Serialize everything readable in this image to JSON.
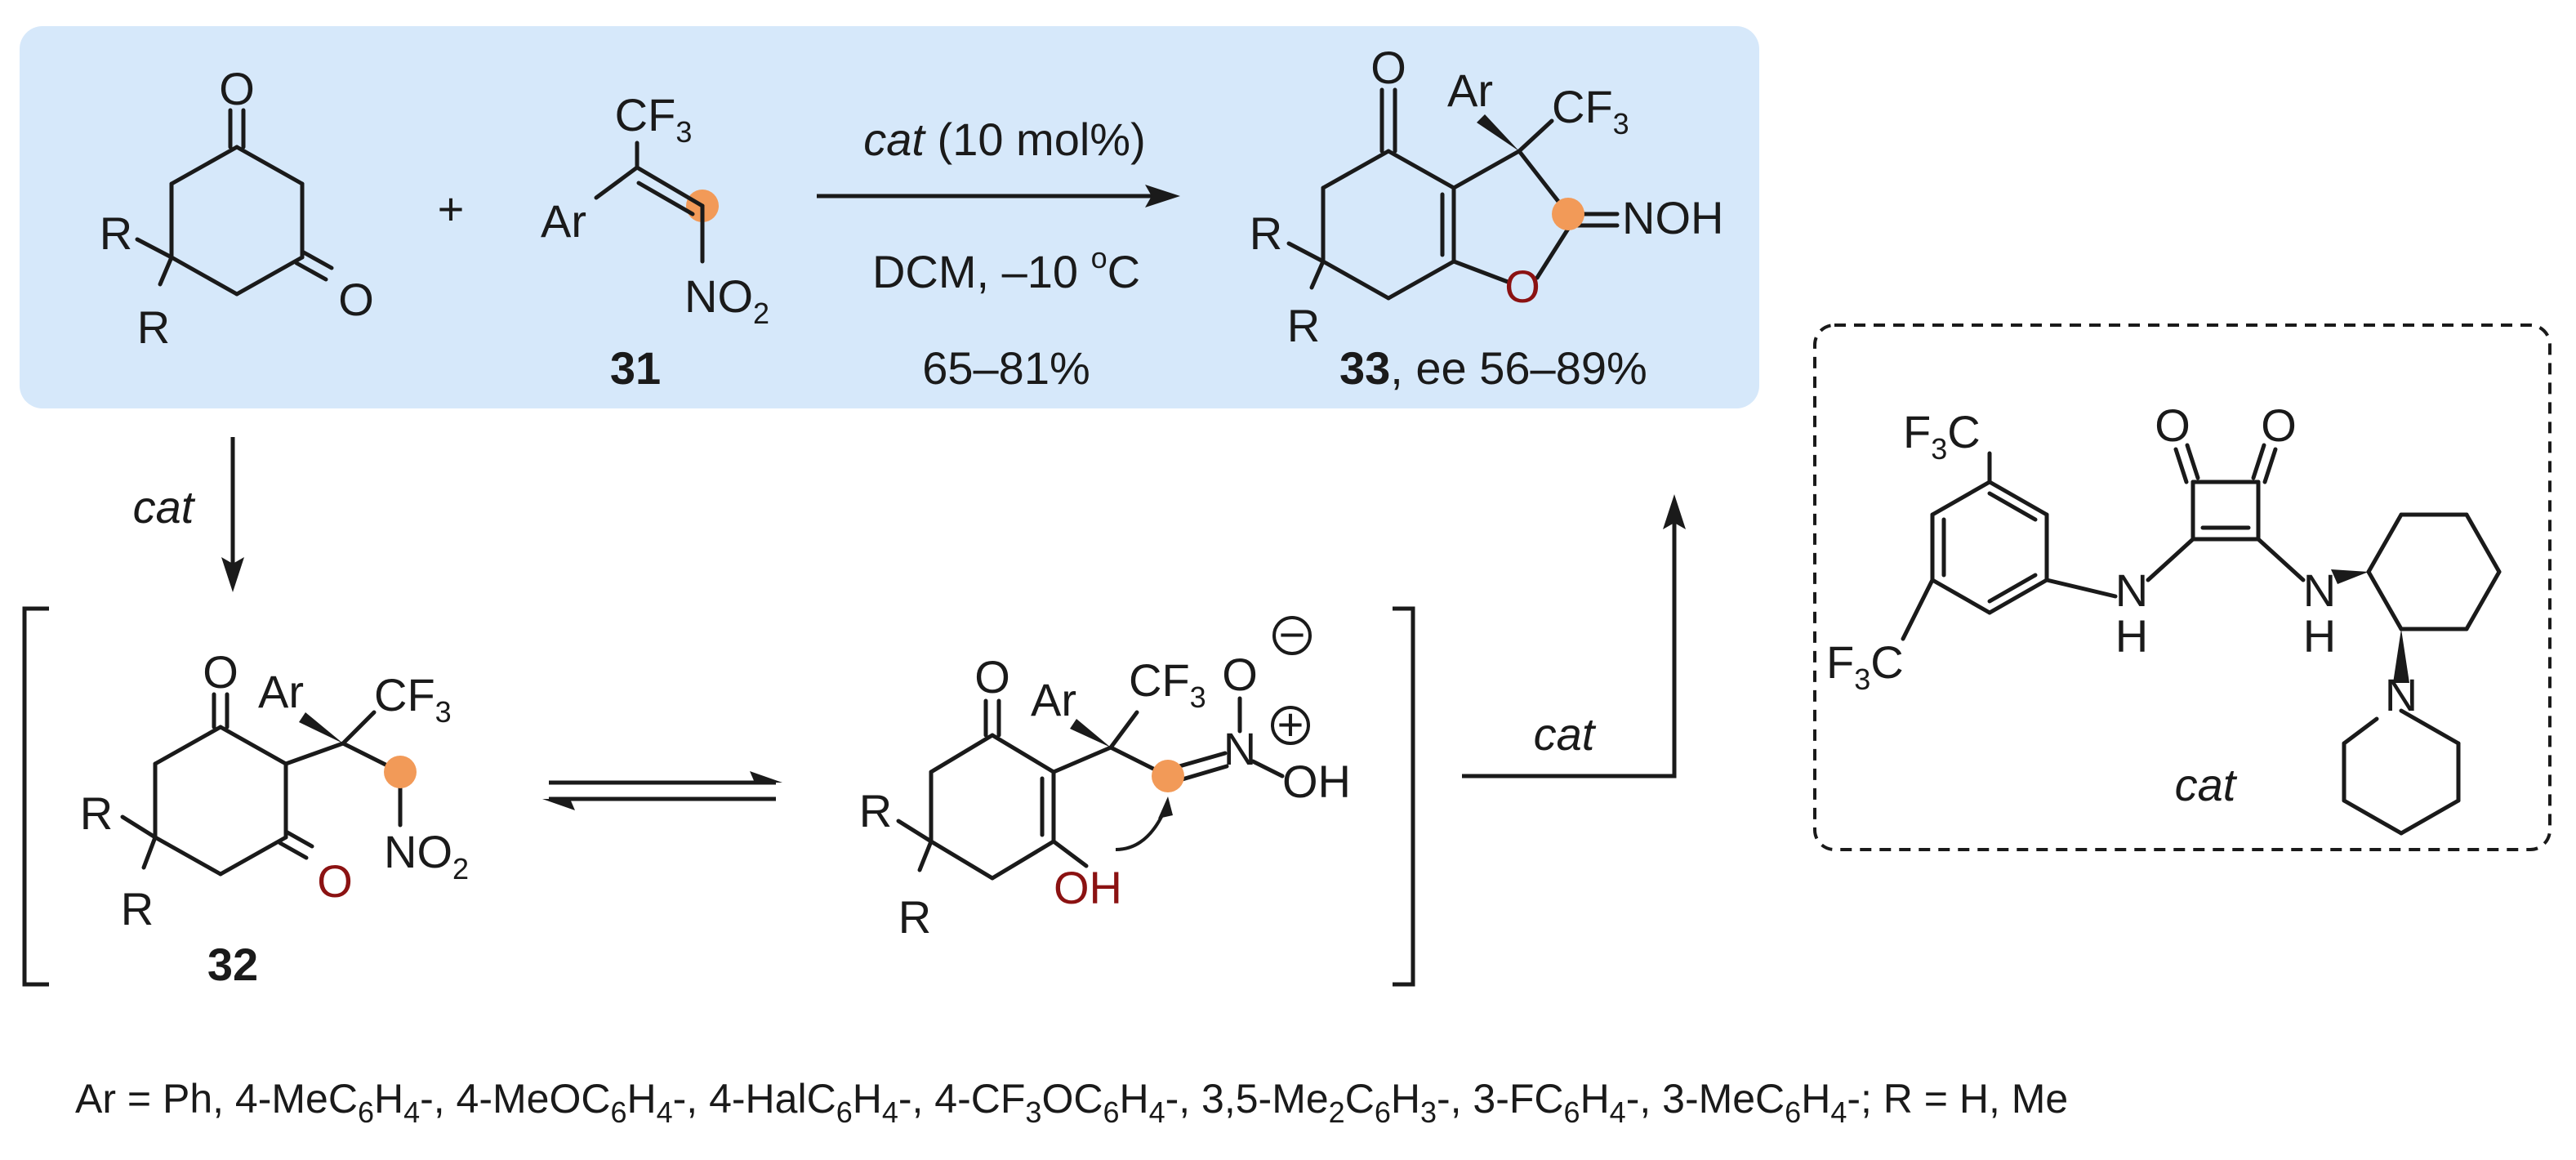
{
  "colors": {
    "panel": "#d6e8fa",
    "highlight": "#f29a58",
    "heteroatom": "#8b1212",
    "ink": "#1a1a1a"
  },
  "top": {
    "diketone": {
      "o1": "O",
      "o2": "O",
      "r1": "R",
      "r2": "R"
    },
    "plus": "+",
    "nitroalkene": {
      "cf": "CF",
      "cf_sub": "3",
      "ar": "Ar",
      "no": "NO",
      "no_sub": "2",
      "label": "31"
    },
    "conditions": {
      "cat": "cat",
      "loading": " (10 mol%)",
      "solvent": "DCM, –10 ",
      "deg": "o",
      "temp_unit": "C",
      "yield": "65–81%"
    },
    "product": {
      "o": "O",
      "ar": "Ar",
      "cf": "CF",
      "cf_sub": "3",
      "noh": "NOH",
      "ring_o": "O",
      "r1": "R",
      "r2": "R",
      "label": "33",
      "ee": ", ee 56–89%"
    }
  },
  "middle": {
    "down_arrow_label": "cat",
    "intermediate32": {
      "o1": "O",
      "ar": "Ar",
      "cf": "CF",
      "cf_sub": "3",
      "no": "NO",
      "no_sub": "2",
      "o2": "O",
      "r1": "R",
      "r2": "R",
      "label": "32"
    },
    "intermediate2": {
      "o": "O",
      "ar": "Ar",
      "cf": "CF",
      "cf_sub": "3",
      "o_minus": "O",
      "minus": "−",
      "n": "N",
      "plus": "+",
      "oh": "OH",
      "enol_oh": "OH",
      "r1": "R",
      "r2": "R"
    },
    "exit_arrow_label": "cat"
  },
  "catalyst": {
    "f3c_top": "F",
    "f3c_top_sub": "3",
    "f3c_top_c": "C",
    "f3c_bot": "F",
    "f3c_bot_sub": "3",
    "f3c_bot_c": "C",
    "o1": "O",
    "o2": "O",
    "nh1_n": "N",
    "nh1_h": "H",
    "nh2_n": "N",
    "nh2_h": "H",
    "n_pip": "N",
    "label": "cat"
  },
  "footer": {
    "p1": "Ar = Ph, 4-MeC",
    "s1": "6",
    "p2": "H",
    "s2": "4",
    "p3": "-, 4-MeOC",
    "s3": "6",
    "p4": "H",
    "s4": "4",
    "p5": "-, 4-HalC",
    "s5": "6",
    "p6": "H",
    "s6": "4",
    "p7": "-, 4-CF",
    "s7": "3",
    "p8": "OC",
    "s8": "6",
    "p9": "H",
    "s9": "4",
    "p10": "-, 3,5-Me",
    "s10": "2",
    "p11": "C",
    "s11": "6",
    "p12": "H",
    "s12": "3",
    "p13": "-, 3-FC",
    "s13": "6",
    "p14": "H",
    "s14": "4",
    "p15": "-, 3-MeC",
    "s15": "6",
    "p16": "H",
    "s16": "4",
    "p17": "-; R = H, Me"
  }
}
